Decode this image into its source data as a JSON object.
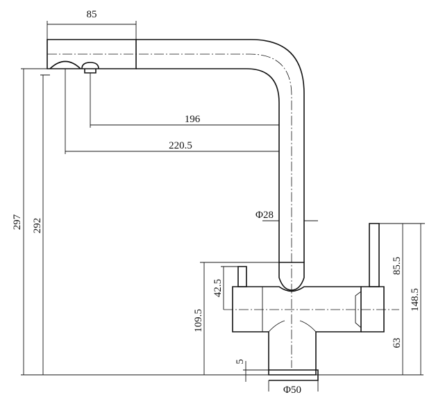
{
  "dimensions": {
    "spout_width": "85",
    "reach_inner": "196",
    "reach_outer": "220.5",
    "height_total": "297",
    "height_outlet": "292",
    "spout_diameter": "Φ28",
    "handle_height": "85.5",
    "body_height": "148.5",
    "lever_height": "42.5",
    "body_axis_height": "109.5",
    "axis_to_base": "63",
    "base_offset": "5",
    "base_diameter": "Φ50"
  }
}
